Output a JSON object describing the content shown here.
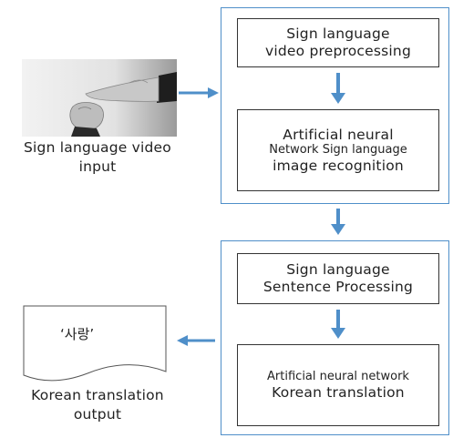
{
  "steps": {
    "preprocessing": [
      "Sign language",
      "video preprocessing"
    ],
    "recognition": [
      "Artificial neural",
      "Network Sign language",
      "image recognition"
    ],
    "sentence": [
      "Sign language",
      "Sentence Processing"
    ],
    "translation": [
      "Artificial neural network",
      "Korean translation"
    ]
  },
  "input": {
    "caption": [
      "Sign language video",
      "input"
    ],
    "image": "hands-signing-photo"
  },
  "output": {
    "document_text": "‘사랑’",
    "caption": [
      "Korean translation",
      "output"
    ]
  },
  "colors": {
    "arrow": "#4f8fc9",
    "group_border": "#4f8fc9",
    "box_border": "#333333"
  }
}
